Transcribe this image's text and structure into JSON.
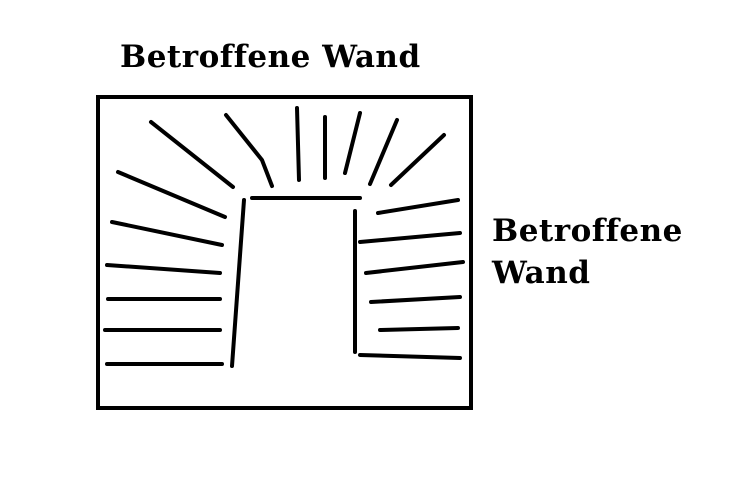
{
  "labels": {
    "top": "Betroffene Wand",
    "right_line1": "Betroffene",
    "right_line2": "Wand"
  },
  "colors": {
    "stroke": "#000000",
    "background": "#ffffff"
  }
}
